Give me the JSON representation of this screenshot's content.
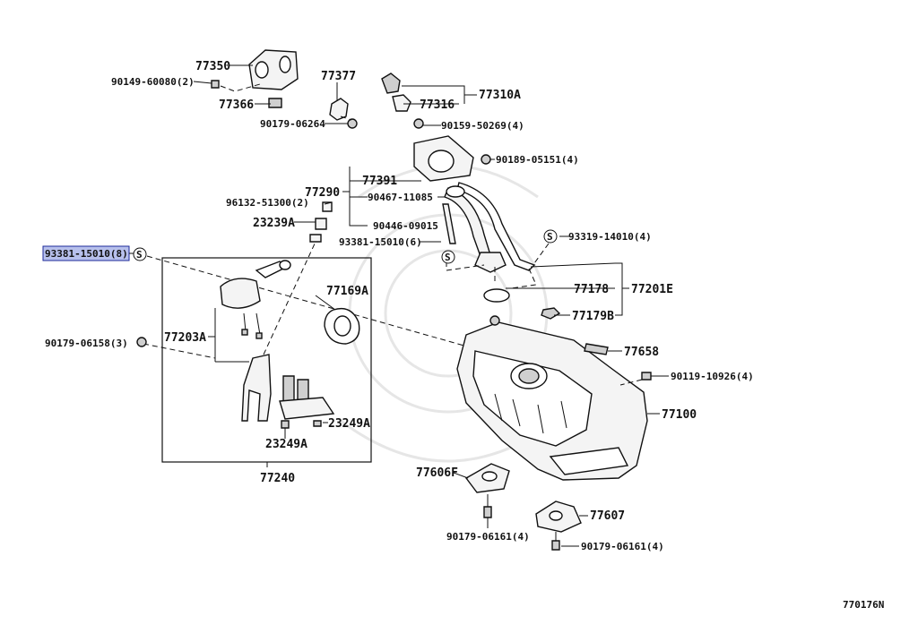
{
  "diagram_id": "770176N",
  "highlighted_part": "93381-15010(8)",
  "parts": {
    "p77350": "77350",
    "p90149": "90149-60080(2)",
    "p77366": "77366",
    "p77377": "77377",
    "p90179_06264": "90179-06264",
    "p77316": "77316",
    "p77310A": "77310A",
    "p90159": "90159-50269(4)",
    "p90189": "90189-05151(4)",
    "p77391": "77391",
    "p77290": "77290",
    "p90467": "90467-11085",
    "p96132": "96132-51300(2)",
    "p23239A": "23239A",
    "p90446": "90446-09015",
    "p93381_6": "93381-15010(6)",
    "p93319": "93319-14010(4)",
    "p93381_8": "93381-15010(8)",
    "p77169A": "77169A",
    "p77178": "77178",
    "p77201E": "77201E",
    "p77179B": "77179B",
    "p77203A": "77203A",
    "p90179_06158": "90179-06158(3)",
    "p77658": "77658",
    "p90119": "90119-10926(4)",
    "p77100": "77100",
    "p23249A_1": "23249A",
    "p23249A_2": "23249A",
    "p77240": "77240",
    "p77606F": "77606F",
    "p77607": "77607",
    "p90179_06161_a": "90179-06161(4)",
    "p90179_06161_b": "90179-06161(4)"
  },
  "symbol_s": "S"
}
